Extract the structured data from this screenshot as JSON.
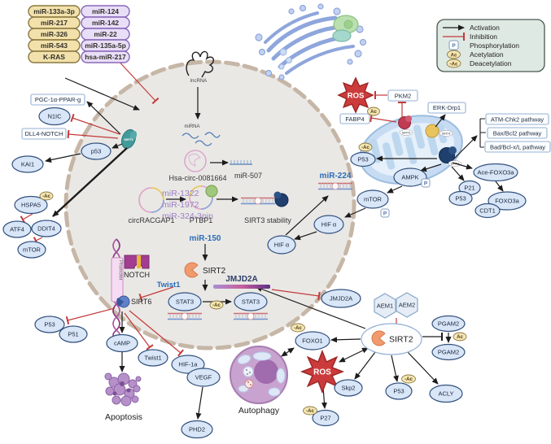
{
  "pills": {
    "tan": [
      "miR-133a-3p",
      "miR-217",
      "miR-326",
      "miR-543",
      "K-RAS"
    ],
    "purple": [
      "miR-124",
      "miR-142",
      "miR-22",
      "miR-135a-5p",
      "hsa-miR-217"
    ]
  },
  "legend": {
    "activation": "Activation",
    "inhibition": "Inhibition",
    "phosphorylation": "Phosphorylation",
    "acetylation": "Acetylation",
    "deacetylation": "Deacetylation"
  },
  "badges": {
    "p": "P",
    "ac": "Ac",
    "deac": "-Ac"
  },
  "labels": {
    "lncrna": "lncRNA",
    "mirna": "miRNA",
    "mir1322": "miR-1322",
    "mir1972": "miR-1972",
    "mir324": "miR-324-3pin",
    "hsacirc": "Hsa-circ-0081664",
    "mir507": "miR-507",
    "circracgap1": "circRACGAP1",
    "ptbp1": "PTBP1",
    "sirt3stability": "SIRT3 stability",
    "mir150": "miR-150",
    "mir224": "miR-224",
    "sirt2": "SIRT2",
    "stat3": "STAT3",
    "jmjd2a": "JMJD2A",
    "twist1": "Twist1",
    "promoter": "Promoter",
    "notch": "NOTCH",
    "sirt6": "SIRT6",
    "sirt1": "SIRT1",
    "pgc": "PGC-1α-PPAR-g",
    "n1ic": "N1IC",
    "dll4notch": "DLL4-NOTCH",
    "p53_lower": "p53",
    "kai1": "KAI1",
    "hspa5": "HSPA5",
    "atf4": "ATF4",
    "ddit4": "DDIT4",
    "mtor": "mTOR",
    "p53": "P53",
    "p51": "P51",
    "camp": "cAMP",
    "apoptosis": "Apoptosis",
    "hif1a": "HIF-1a",
    "vegf": "VEGF",
    "phd2": "PHD2",
    "ros": "ROS",
    "pkm2": "PKM2",
    "fabp4": "FABP4",
    "erkdrp1": "ERK-Drp1",
    "sirt5": "SIRT5",
    "sirt4": "SIRT4",
    "sirt3": "SIRT3",
    "ampk": "AMPK",
    "p21": "P21",
    "hifa": "HIF α",
    "atmchk2": "ATM-Chk2 pathway",
    "baxbcl2": "Bax/Bcl2 pathway",
    "badbcl": "Bad/Bcl-x/L pathway",
    "acefoxo3a": "Ace-FOXO3a",
    "foxo3a": "FOXO3a",
    "cdt1": "CDT1",
    "aem1": "AEM1",
    "aem2": "AEM2",
    "foxo1": "FOXO1",
    "autophagy": "Autophagy",
    "skp2": "Skp2",
    "acly": "ACLY",
    "pgam2": "PGAM2",
    "p27": "P27"
  },
  "colors": {
    "activation": "#1c1c1c",
    "inhibition": "#c23a3a",
    "mir_blue": "#2a6db8",
    "mir_purple": "#9b7fc7",
    "tan_pill": "#f2e1ab",
    "purple_pill": "#e9def8",
    "node_fill": "#d9e6f7",
    "node_stroke": "#33517e",
    "legend_bg": "#dfe9e3",
    "ros_red": "#cc3b3b",
    "cell_fill": "#eae8e5",
    "membrane": "#c6b6a6"
  }
}
